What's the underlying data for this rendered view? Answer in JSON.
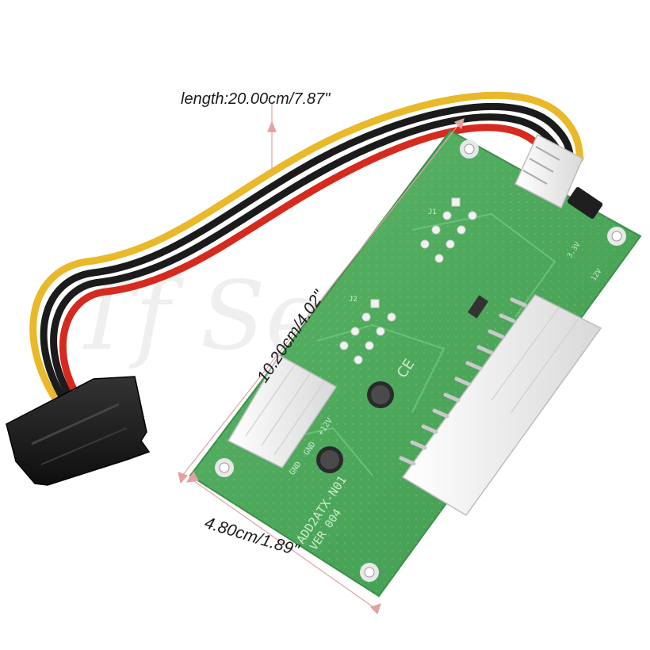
{
  "product": {
    "dimensions": {
      "length": "length:20.00cm/7.87\"",
      "height": "10.20cm/4.02\"",
      "width": "4.80cm/1.89\""
    },
    "pcb": {
      "model": "ADD2ATX-N01",
      "version": "VER 004",
      "silkscreen": [
        "GND",
        "GND",
        "+12V",
        "3.3V",
        "12V",
        "J1",
        "J2"
      ]
    },
    "colors": {
      "pcb": "#4fa95c",
      "pcb_edge": "#3d8f4a",
      "connector": "#f2f2f2",
      "sata": "#1c1c1c",
      "wire_red": "#d62a1e",
      "wire_black": "#1b1b1b",
      "wire_yellow": "#e9b92a"
    }
  }
}
